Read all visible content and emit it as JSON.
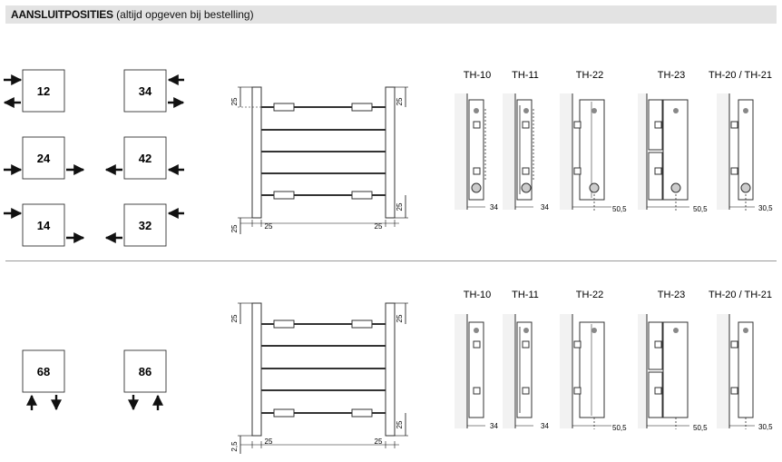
{
  "header": {
    "title": "AANSLUITPOSITIES",
    "subtitle": "(altijd opgeven bij bestelling)"
  },
  "top": {
    "positions": [
      "12",
      "34",
      "24",
      "42",
      "14",
      "32"
    ],
    "dims": {
      "side": "25",
      "bottom_left": "25",
      "bottom_a": "25",
      "bottom_b": "25"
    },
    "types": [
      "TH-10",
      "TH-11",
      "TH-22",
      "TH-23",
      "TH-20 / TH-21"
    ],
    "offsets": [
      "34",
      "34",
      "50,5",
      "50,5",
      "30,5"
    ]
  },
  "bottom": {
    "positions": [
      "68",
      "86"
    ],
    "dims": {
      "side": "25",
      "bottom_left": "2,5",
      "bottom_a": "25",
      "bottom_b": "25"
    },
    "types": [
      "TH-10",
      "TH-11",
      "TH-22",
      "TH-23",
      "TH-20 / TH-21"
    ],
    "offsets": [
      "34",
      "34",
      "50,5",
      "50,5",
      "30,5"
    ]
  }
}
